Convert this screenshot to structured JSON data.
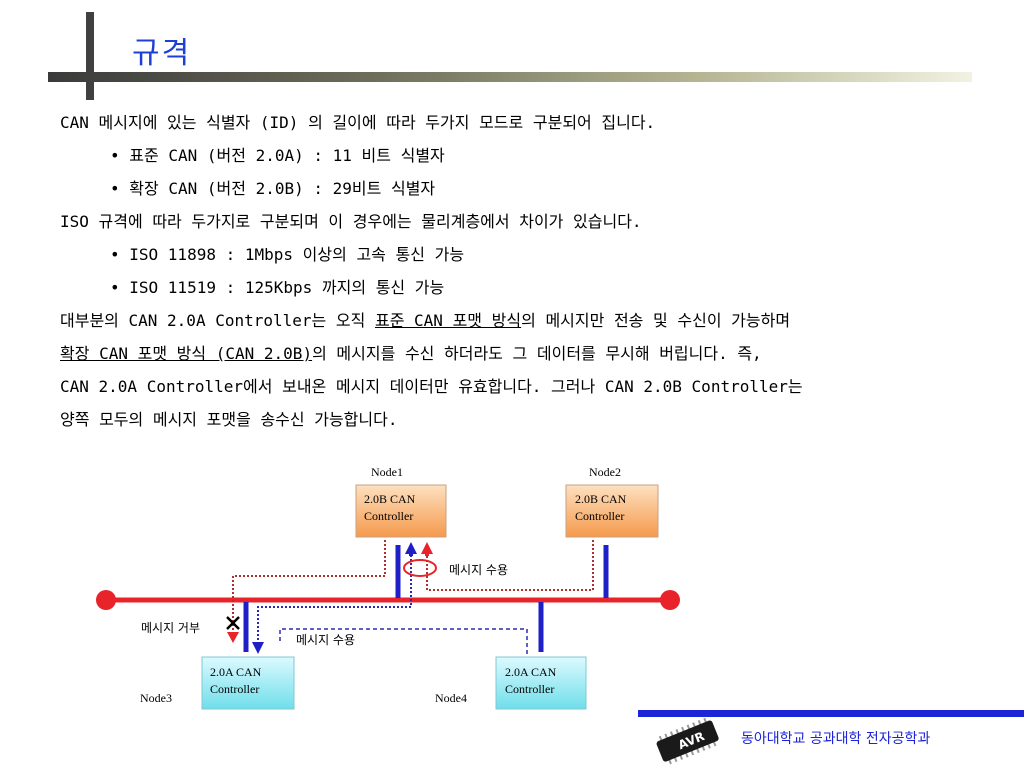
{
  "slide": {
    "title": "규격",
    "lines": [
      "CAN 메시지에 있는 식별자 (ID) 의 길이에 따라 두가지 모드로 구분되어 집니다.",
      "• 표준 CAN (버전 2.0A) : 11 비트 식별자",
      "• 확장 CAN (버전 2.0B) : 29비트 식별자",
      "ISO 규격에 따라 두가지로 구분되며 이 경우에는 물리계층에서 차이가 있습니다.",
      "• ISO 11898 : 1Mbps 이상의 고속 통신 가능",
      "• ISO 11519 : 125Kbps 까지의 통신 가능"
    ],
    "para": {
      "l1_a": "대부분의 CAN 2.0A Controller는 오직 ",
      "l1_u": "표준 CAN 포맷 방식",
      "l1_b": "의 메시지만 전송 및 수신이 가능하며",
      "l2_u": "확장 CAN 포맷 방식 (CAN 2.0B)",
      "l2_b": "의 메시지를 수신 하더라도 그 데이터를 무시해 버립니다. 즉,",
      "l3": "CAN 2.0A Controller에서 보내온 메시지 데이터만 유효합니다. 그러나 CAN 2.0B Controller는",
      "l4": "양쪽 모두의 메시지 포맷을 송수신 가능합니다."
    }
  },
  "diagram": {
    "node1": {
      "label": "Node1",
      "line1": "2.0B CAN",
      "line2": "Controller"
    },
    "node2": {
      "label": "Node2",
      "line1": "2.0B CAN",
      "line2": "Controller"
    },
    "node3": {
      "label": "Node3",
      "line1": "2.0A CAN",
      "line2": "Controller"
    },
    "node4": {
      "label": "Node4",
      "line1": "2.0A CAN",
      "line2": "Controller"
    },
    "msg_accept_1": "메시지 수용",
    "msg_reject": "메시지 거부",
    "msg_accept_2": "메시지 수용",
    "colors": {
      "bus": "#e8232a",
      "tap": "#1f1fc8",
      "box_orange": "#f8a860",
      "box_cyan": "#8ae8f0"
    }
  },
  "footer": {
    "text": "동아대학교 공과대학 전자공학과",
    "logo": "AVR"
  }
}
